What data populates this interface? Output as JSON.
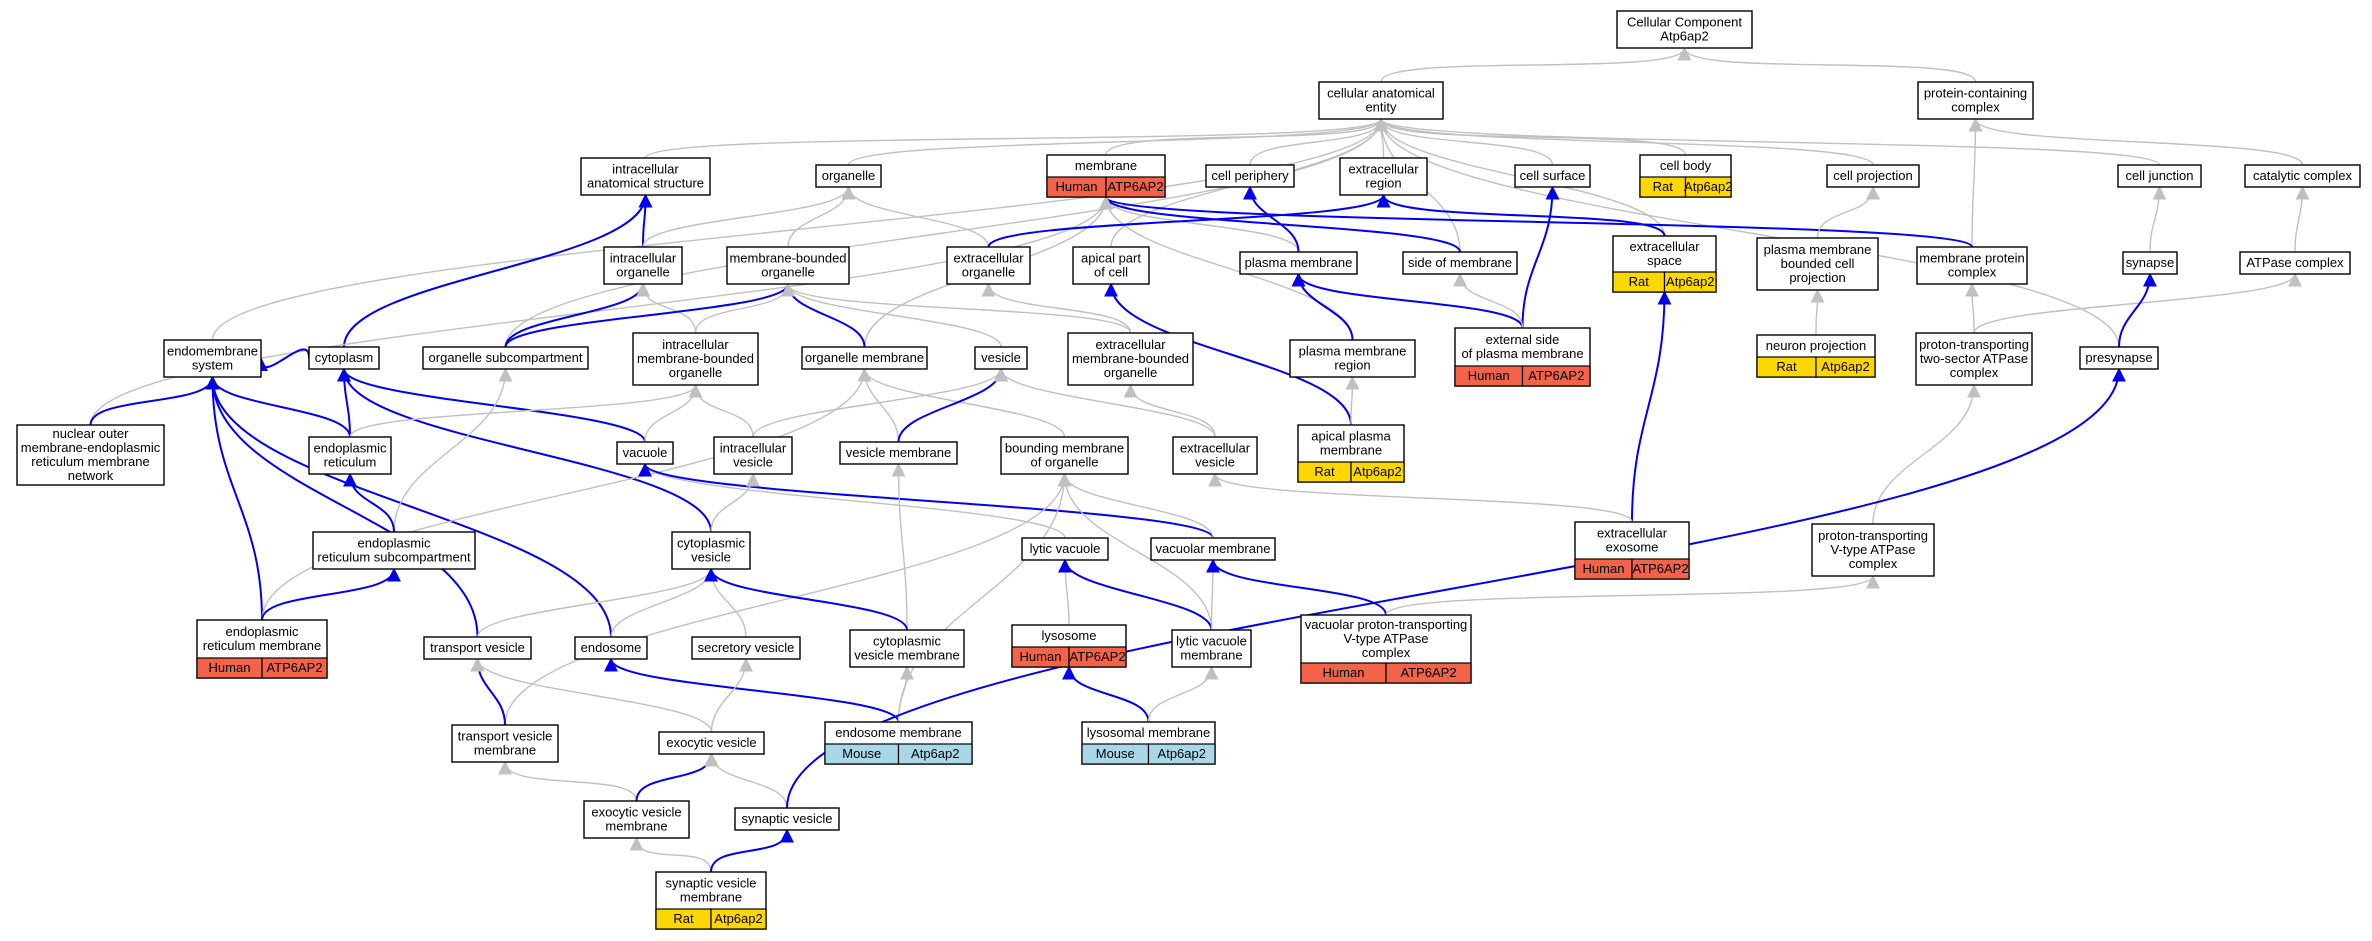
{
  "colors": {
    "human": "#f26349",
    "rat": "#ffd700",
    "mouse": "#a8d8e8",
    "edge_grey": "#c0c0c0",
    "edge_blue": "#0000ee"
  },
  "nodes": [
    {
      "id": "root",
      "lines": [
        "Cellular Component",
        "Atp6ap2"
      ]
    },
    {
      "id": "cae",
      "lines": [
        "cellular anatomical",
        "entity"
      ]
    },
    {
      "id": "pcc",
      "lines": [
        "protein-containing",
        "complex"
      ]
    },
    {
      "id": "ias",
      "lines": [
        "intracellular",
        "anatomical structure"
      ]
    },
    {
      "id": "organelle",
      "lines": [
        "organelle"
      ]
    },
    {
      "id": "membrane",
      "lines": [
        "membrane"
      ],
      "tag": {
        "species": "Human",
        "gene": "ATP6AP2"
      }
    },
    {
      "id": "cellperiph",
      "lines": [
        "cell periphery"
      ]
    },
    {
      "id": "exreg",
      "lines": [
        "extracellular",
        "region"
      ]
    },
    {
      "id": "cellsurf",
      "lines": [
        "cell surface"
      ]
    },
    {
      "id": "cellbody",
      "lines": [
        "cell body"
      ],
      "tag": {
        "species": "Rat",
        "gene": "Atp6ap2"
      }
    },
    {
      "id": "cellproj",
      "lines": [
        "cell projection"
      ]
    },
    {
      "id": "celljunc",
      "lines": [
        "cell junction"
      ]
    },
    {
      "id": "catcomp",
      "lines": [
        "catalytic complex"
      ]
    },
    {
      "id": "intorg",
      "lines": [
        "intracellular",
        "organelle"
      ]
    },
    {
      "id": "mbo",
      "lines": [
        "membrane-bounded",
        "organelle"
      ]
    },
    {
      "id": "exorg",
      "lines": [
        "extracellular",
        "organelle"
      ]
    },
    {
      "id": "apical",
      "lines": [
        "apical part",
        "of cell"
      ]
    },
    {
      "id": "pm",
      "lines": [
        "plasma membrane"
      ]
    },
    {
      "id": "sidemem",
      "lines": [
        "side of membrane"
      ]
    },
    {
      "id": "exspace",
      "lines": [
        "extracellular",
        "space"
      ],
      "tag": {
        "species": "Rat",
        "gene": "Atp6ap2"
      }
    },
    {
      "id": "pmbcp",
      "lines": [
        "plasma membrane",
        "bounded cell",
        "projection"
      ]
    },
    {
      "id": "mpc",
      "lines": [
        "membrane protein",
        "complex"
      ]
    },
    {
      "id": "synapse",
      "lines": [
        "synapse"
      ]
    },
    {
      "id": "atpase",
      "lines": [
        "ATPase complex"
      ]
    },
    {
      "id": "endosys",
      "lines": [
        "endomembrane",
        "system"
      ]
    },
    {
      "id": "cytoplasm",
      "lines": [
        "cytoplasm"
      ]
    },
    {
      "id": "orgsub",
      "lines": [
        "organelle subcompartment"
      ]
    },
    {
      "id": "imbo",
      "lines": [
        "intracellular",
        "membrane-bounded",
        "organelle"
      ]
    },
    {
      "id": "orgmem",
      "lines": [
        "organelle membrane"
      ]
    },
    {
      "id": "vesicle",
      "lines": [
        "vesicle"
      ]
    },
    {
      "id": "exmbo",
      "lines": [
        "extracellular",
        "membrane-bounded",
        "organelle"
      ]
    },
    {
      "id": "pmreg",
      "lines": [
        "plasma membrane",
        "region"
      ]
    },
    {
      "id": "extside",
      "lines": [
        "external side",
        "of plasma membrane"
      ],
      "tag": {
        "species": "Human",
        "gene": "ATP6AP2"
      }
    },
    {
      "id": "neuproj",
      "lines": [
        "neuron projection"
      ],
      "tag": {
        "species": "Rat",
        "gene": "Atp6ap2"
      }
    },
    {
      "id": "pt2s",
      "lines": [
        "proton-transporting",
        "two-sector ATPase",
        "complex"
      ]
    },
    {
      "id": "presyn",
      "lines": [
        "presynapse"
      ]
    },
    {
      "id": "nomerm",
      "lines": [
        "nuclear outer",
        "membrane-endoplasmic",
        "reticulum membrane",
        "network"
      ]
    },
    {
      "id": "er",
      "lines": [
        "endoplasmic",
        "reticulum"
      ]
    },
    {
      "id": "vacuole",
      "lines": [
        "vacuole"
      ]
    },
    {
      "id": "intves",
      "lines": [
        "intracellular",
        "vesicle"
      ]
    },
    {
      "id": "vesmem",
      "lines": [
        "vesicle membrane"
      ]
    },
    {
      "id": "bmo",
      "lines": [
        "bounding membrane",
        "of organelle"
      ]
    },
    {
      "id": "exves",
      "lines": [
        "extracellular",
        "vesicle"
      ]
    },
    {
      "id": "apm",
      "lines": [
        "apical plasma",
        "membrane"
      ],
      "tag": {
        "species": "Rat",
        "gene": "Atp6ap2"
      }
    },
    {
      "id": "ersub",
      "lines": [
        "endoplasmic",
        "reticulum subcompartment"
      ]
    },
    {
      "id": "cytves",
      "lines": [
        "cytoplasmic",
        "vesicle"
      ]
    },
    {
      "id": "lytvac",
      "lines": [
        "lytic vacuole"
      ]
    },
    {
      "id": "vacmem",
      "lines": [
        "vacuolar membrane"
      ]
    },
    {
      "id": "exexo",
      "lines": [
        "extracellular",
        "exosome"
      ],
      "tag": {
        "species": "Human",
        "gene": "ATP6AP2"
      }
    },
    {
      "id": "ptvtype",
      "lines": [
        "proton-transporting",
        "V-type ATPase",
        "complex"
      ]
    },
    {
      "id": "ermem",
      "lines": [
        "endoplasmic",
        "reticulum membrane"
      ],
      "tag": {
        "species": "Human",
        "gene": "ATP6AP2"
      }
    },
    {
      "id": "transves",
      "lines": [
        "transport vesicle"
      ]
    },
    {
      "id": "endosome",
      "lines": [
        "endosome"
      ]
    },
    {
      "id": "secves",
      "lines": [
        "secretory vesicle"
      ]
    },
    {
      "id": "cytvesmem",
      "lines": [
        "cytoplasmic",
        "vesicle membrane"
      ]
    },
    {
      "id": "lysosome",
      "lines": [
        "lysosome"
      ],
      "tag": {
        "species": "Human",
        "gene": "ATP6AP2"
      }
    },
    {
      "id": "lytvacmem",
      "lines": [
        "lytic vacuole",
        "membrane"
      ]
    },
    {
      "id": "vptv",
      "lines": [
        "vacuolar proton-transporting",
        "V-type ATPase",
        "complex"
      ],
      "tag": {
        "species": "Human",
        "gene": "ATP6AP2"
      }
    },
    {
      "id": "transvesmem",
      "lines": [
        "transport vesicle",
        "membrane"
      ]
    },
    {
      "id": "exoves",
      "lines": [
        "exocytic vesicle"
      ]
    },
    {
      "id": "endomem",
      "lines": [
        "endosome membrane"
      ],
      "tag": {
        "species": "Mouse",
        "gene": "Atp6ap2"
      }
    },
    {
      "id": "lysomem",
      "lines": [
        "lysosomal membrane"
      ],
      "tag": {
        "species": "Mouse",
        "gene": "Atp6ap2"
      }
    },
    {
      "id": "exovesmem",
      "lines": [
        "exocytic vesicle",
        "membrane"
      ]
    },
    {
      "id": "synves",
      "lines": [
        "synaptic vesicle"
      ]
    },
    {
      "id": "synvesmem",
      "lines": [
        "synaptic vesicle",
        "membrane"
      ],
      "tag": {
        "species": "Rat",
        "gene": "Atp6ap2"
      }
    }
  ],
  "edges": [
    {
      "from": "cae",
      "to": "root",
      "kind": "is_a"
    },
    {
      "from": "pcc",
      "to": "root",
      "kind": "is_a"
    },
    {
      "from": "ias",
      "to": "cae",
      "kind": "is_a"
    },
    {
      "from": "organelle",
      "to": "cae",
      "kind": "is_a"
    },
    {
      "from": "membrane",
      "to": "cae",
      "kind": "is_a"
    },
    {
      "from": "cellperiph",
      "to": "cae",
      "kind": "is_a"
    },
    {
      "from": "exreg",
      "to": "cae",
      "kind": "is_a"
    },
    {
      "from": "cellsurf",
      "to": "cae",
      "kind": "is_a"
    },
    {
      "from": "cellbody",
      "to": "cae",
      "kind": "is_a"
    },
    {
      "from": "cellproj",
      "to": "cae",
      "kind": "is_a"
    },
    {
      "from": "celljunc",
      "to": "cae",
      "kind": "is_a"
    },
    {
      "from": "endosys",
      "to": "cae",
      "kind": "is_a"
    },
    {
      "from": "orgsub",
      "to": "cae",
      "kind": "is_a"
    },
    {
      "from": "apical",
      "to": "cae",
      "kind": "is_a"
    },
    {
      "from": "exspace",
      "to": "cae",
      "kind": "is_a"
    },
    {
      "from": "sidemem",
      "to": "cae",
      "kind": "is_a"
    },
    {
      "from": "presyn",
      "to": "cae",
      "kind": "is_a"
    },
    {
      "from": "catcomp",
      "to": "pcc",
      "kind": "is_a"
    },
    {
      "from": "mpc",
      "to": "pcc",
      "kind": "is_a"
    },
    {
      "from": "intorg",
      "to": "ias",
      "kind": "part_of"
    },
    {
      "from": "cytoplasm",
      "to": "ias",
      "kind": "part_of"
    },
    {
      "from": "intorg",
      "to": "organelle",
      "kind": "is_a"
    },
    {
      "from": "mbo",
      "to": "organelle",
      "kind": "is_a"
    },
    {
      "from": "exorg",
      "to": "organelle",
      "kind": "is_a"
    },
    {
      "from": "pm",
      "to": "membrane",
      "kind": "is_a"
    },
    {
      "from": "sidemem",
      "to": "membrane",
      "kind": "part_of"
    },
    {
      "from": "mpc",
      "to": "membrane",
      "kind": "part_of"
    },
    {
      "from": "nomerm",
      "to": "membrane",
      "kind": "is_a"
    },
    {
      "from": "orgmem",
      "to": "membrane",
      "kind": "is_a"
    },
    {
      "from": "pmreg",
      "to": "membrane",
      "kind": "is_a"
    },
    {
      "from": "pm",
      "to": "cellperiph",
      "kind": "part_of"
    },
    {
      "from": "exorg",
      "to": "exreg",
      "kind": "part_of"
    },
    {
      "from": "exspace",
      "to": "exreg",
      "kind": "part_of"
    },
    {
      "from": "extside",
      "to": "cellsurf",
      "kind": "part_of"
    },
    {
      "from": "pmbcp",
      "to": "cellproj",
      "kind": "is_a"
    },
    {
      "from": "synapse",
      "to": "celljunc",
      "kind": "is_a"
    },
    {
      "from": "atpase",
      "to": "catcomp",
      "kind": "is_a"
    },
    {
      "from": "orgsub",
      "to": "intorg",
      "kind": "part_of"
    },
    {
      "from": "imbo",
      "to": "intorg",
      "kind": "is_a"
    },
    {
      "from": "imbo",
      "to": "mbo",
      "kind": "is_a"
    },
    {
      "from": "orgsub",
      "to": "mbo",
      "kind": "part_of"
    },
    {
      "from": "orgmem",
      "to": "mbo",
      "kind": "part_of"
    },
    {
      "from": "exmbo",
      "to": "mbo",
      "kind": "is_a"
    },
    {
      "from": "vesicle",
      "to": "mbo",
      "kind": "is_a"
    },
    {
      "from": "exmbo",
      "to": "exorg",
      "kind": "is_a"
    },
    {
      "from": "apm",
      "to": "apical",
      "kind": "part_of"
    },
    {
      "from": "pmreg",
      "to": "pm",
      "kind": "part_of"
    },
    {
      "from": "extside",
      "to": "pm",
      "kind": "part_of"
    },
    {
      "from": "extside",
      "to": "sidemem",
      "kind": "is_a"
    },
    {
      "from": "exexo",
      "to": "exspace",
      "kind": "part_of"
    },
    {
      "from": "neuproj",
      "to": "pmbcp",
      "kind": "is_a"
    },
    {
      "from": "pt2s",
      "to": "mpc",
      "kind": "is_a"
    },
    {
      "from": "pt2s",
      "to": "atpase",
      "kind": "is_a"
    },
    {
      "from": "presyn",
      "to": "synapse",
      "kind": "part_of"
    },
    {
      "from": "cytoplasm",
      "to": "endosys",
      "kind": "part_of"
    },
    {
      "from": "er",
      "to": "endosys",
      "kind": "part_of"
    },
    {
      "from": "nomerm",
      "to": "endosys",
      "kind": "part_of"
    },
    {
      "from": "ermem",
      "to": "endosys",
      "kind": "part_of"
    },
    {
      "from": "endosome",
      "to": "endosys",
      "kind": "part_of"
    },
    {
      "from": "transves",
      "to": "endosys",
      "kind": "part_of"
    },
    {
      "from": "er",
      "to": "cytoplasm",
      "kind": "part_of"
    },
    {
      "from": "vacuole",
      "to": "cytoplasm",
      "kind": "part_of"
    },
    {
      "from": "cytves",
      "to": "cytoplasm",
      "kind": "part_of"
    },
    {
      "from": "ersub",
      "to": "orgsub",
      "kind": "is_a"
    },
    {
      "from": "er",
      "to": "imbo",
      "kind": "is_a"
    },
    {
      "from": "vacuole",
      "to": "imbo",
      "kind": "is_a"
    },
    {
      "from": "intves",
      "to": "imbo",
      "kind": "is_a"
    },
    {
      "from": "vesmem",
      "to": "orgmem",
      "kind": "is_a"
    },
    {
      "from": "bmo",
      "to": "orgmem",
      "kind": "is_a"
    },
    {
      "from": "ermem",
      "to": "orgmem",
      "kind": "is_a"
    },
    {
      "from": "intves",
      "to": "vesicle",
      "kind": "is_a"
    },
    {
      "from": "vesmem",
      "to": "vesicle",
      "kind": "part_of"
    },
    {
      "from": "exves",
      "to": "vesicle",
      "kind": "is_a"
    },
    {
      "from": "exves",
      "to": "exmbo",
      "kind": "is_a"
    },
    {
      "from": "apm",
      "to": "pmreg",
      "kind": "is_a"
    },
    {
      "from": "ersub",
      "to": "er",
      "kind": "part_of"
    },
    {
      "from": "lytvac",
      "to": "vacuole",
      "kind": "is_a"
    },
    {
      "from": "vacmem",
      "to": "vacuole",
      "kind": "part_of"
    },
    {
      "from": "cytves",
      "to": "intves",
      "kind": "is_a"
    },
    {
      "from": "cytvesmem",
      "to": "vesmem",
      "kind": "is_a"
    },
    {
      "from": "vacmem",
      "to": "bmo",
      "kind": "is_a"
    },
    {
      "from": "endomem",
      "to": "bmo",
      "kind": "is_a"
    },
    {
      "from": "lytvacmem",
      "to": "bmo",
      "kind": "is_a"
    },
    {
      "from": "transvesmem",
      "to": "bmo",
      "kind": "is_a"
    },
    {
      "from": "exexo",
      "to": "exves",
      "kind": "is_a"
    },
    {
      "from": "ermem",
      "to": "ersub",
      "kind": "part_of"
    },
    {
      "from": "transves",
      "to": "cytves",
      "kind": "is_a"
    },
    {
      "from": "endosome",
      "to": "cytves",
      "kind": "is_a"
    },
    {
      "from": "secves",
      "to": "cytves",
      "kind": "is_a"
    },
    {
      "from": "cytvesmem",
      "to": "cytves",
      "kind": "part_of"
    },
    {
      "from": "lysosome",
      "to": "lytvac",
      "kind": "is_a"
    },
    {
      "from": "lytvacmem",
      "to": "lytvac",
      "kind": "part_of"
    },
    {
      "from": "lytvacmem",
      "to": "vacmem",
      "kind": "is_a"
    },
    {
      "from": "vptv",
      "to": "vacmem",
      "kind": "part_of"
    },
    {
      "from": "vptv",
      "to": "ptvtype",
      "kind": "is_a"
    },
    {
      "from": "ptvtype",
      "to": "pt2s",
      "kind": "is_a"
    },
    {
      "from": "transvesmem",
      "to": "transves",
      "kind": "part_of"
    },
    {
      "from": "exoves",
      "to": "transves",
      "kind": "is_a"
    },
    {
      "from": "endomem",
      "to": "endosome",
      "kind": "part_of"
    },
    {
      "from": "exoves",
      "to": "secves",
      "kind": "is_a"
    },
    {
      "from": "endomem",
      "to": "cytvesmem",
      "kind": "is_a"
    },
    {
      "from": "lysomem",
      "to": "lysosome",
      "kind": "part_of"
    },
    {
      "from": "lysomem",
      "to": "lytvacmem",
      "kind": "is_a"
    },
    {
      "from": "exovesmem",
      "to": "transvesmem",
      "kind": "is_a"
    },
    {
      "from": "exovesmem",
      "to": "exoves",
      "kind": "part_of"
    },
    {
      "from": "synves",
      "to": "exoves",
      "kind": "is_a"
    },
    {
      "from": "synves",
      "to": "presyn",
      "kind": "part_of"
    },
    {
      "from": "synvesmem",
      "to": "exovesmem",
      "kind": "is_a"
    },
    {
      "from": "synvesmem",
      "to": "synves",
      "kind": "part_of"
    }
  ]
}
